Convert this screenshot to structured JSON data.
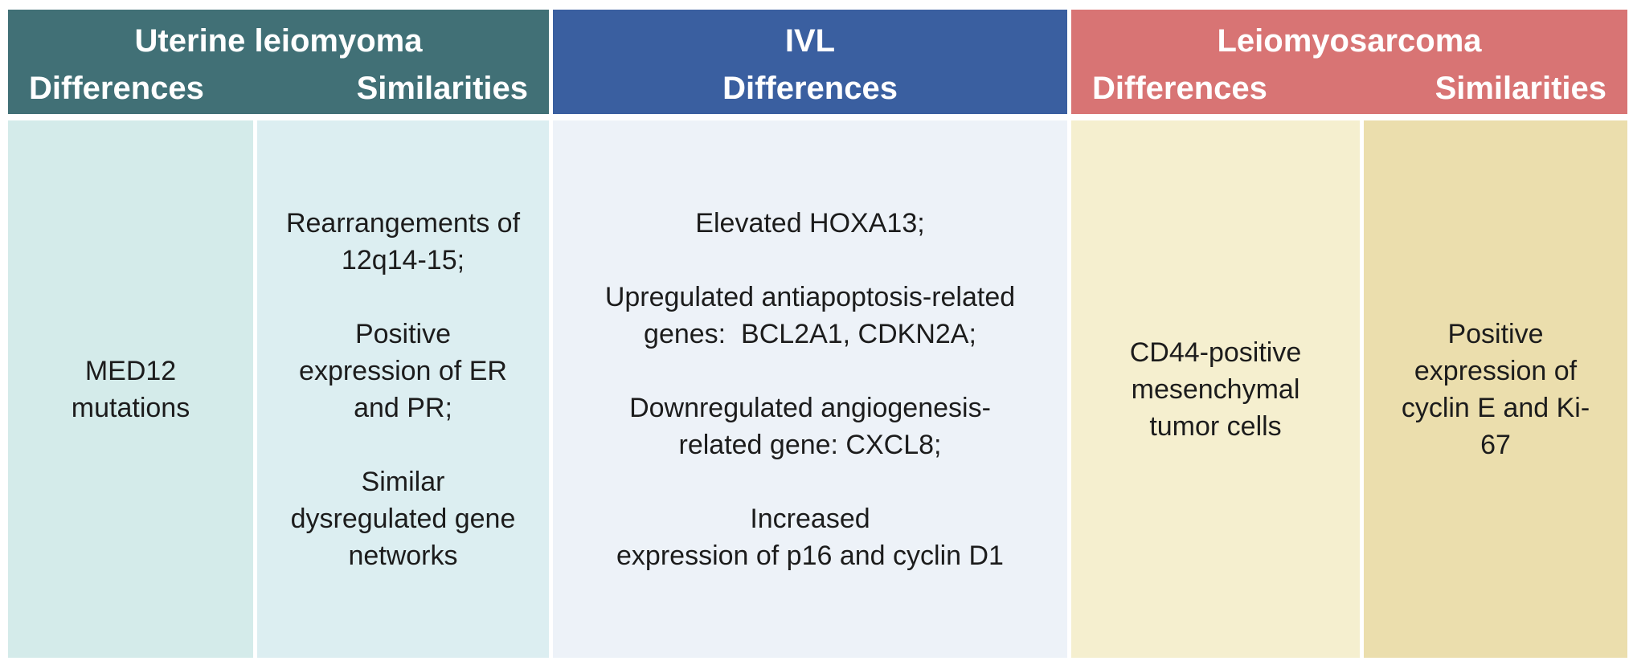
{
  "page": {
    "background": "#ffffff",
    "text_color": "#1c1c1c"
  },
  "sections": [
    {
      "id": "uterine-leiomyoma",
      "title": "Uterine leiomyoma",
      "header_color": "#417076",
      "header_text_color": "#ffffff",
      "subheaders": [
        "Differences",
        "Similarities"
      ]
    },
    {
      "id": "ivl",
      "title": "IVL",
      "header_color": "#3a5fa0",
      "header_text_color": "#ffffff",
      "subheaders": [
        "Differences"
      ]
    },
    {
      "id": "leiomyosarcoma",
      "title": "Leiomyosarcoma",
      "header_color": "#d87474",
      "header_text_color": "#ffffff",
      "subheaders": [
        "Differences",
        "Similarities"
      ]
    }
  ],
  "cells": [
    {
      "section": "Uterine leiomyoma",
      "column": "Differences",
      "bg": "#d4ebea",
      "text": "MED12\nmutations"
    },
    {
      "section": "Uterine leiomyoma",
      "column": "Similarities",
      "bg": "#dceef1",
      "text": "Rearrangements of\n12q14-15;\n\nPositive\nexpression of ER\nand PR;\n\nSimilar\ndysregulated gene\nnetworks"
    },
    {
      "section": "IVL",
      "column": "Differences",
      "bg": "#edf2f8",
      "text": "Elevated HOXA13;\n\nUpregulated antiapoptosis-related\ngenes:  BCL2A1, CDKN2A;\n\nDownregulated angiogenesis-\nrelated gene: CXCL8;\n\nIncreased\nexpression of p16 and cyclin D1"
    },
    {
      "section": "Leiomyosarcoma",
      "column": "Differences",
      "bg": "#f5efcf",
      "text": "CD44-positive\nmesenchymal\ntumor cells"
    },
    {
      "section": "Leiomyosarcoma",
      "column": "Similarities",
      "bg": "#ebdead",
      "text": "Positive\nexpression of\ncyclin E and Ki-\n67"
    }
  ]
}
